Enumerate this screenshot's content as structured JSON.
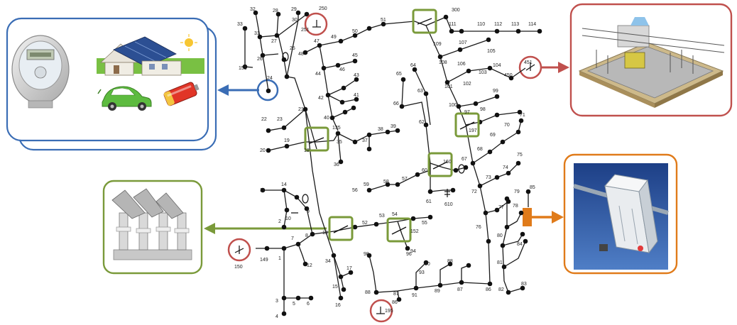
{
  "colors": {
    "blue": "#3a6db5",
    "green": "#7a9a3a",
    "red": "#c0504d",
    "orange": "#e07b1a",
    "line": "#1a1a1a"
  },
  "icons": {
    "meter_panel": "smart-meter-solar-house-ev-battery",
    "substation": "substation-transformer",
    "switchgear": "recloser-switchgear",
    "sensor": "line-sensor-device"
  },
  "node_labels": {
    "n32": "32",
    "n28": "28",
    "n29": "29",
    "n30": "30",
    "n250": "250",
    "n33": "33",
    "n31": "31",
    "n27": "27",
    "n26": "26",
    "n25": "25",
    "n48": "48",
    "n47": "47",
    "n49": "49",
    "n50": "50",
    "n51": "51",
    "n151": "151",
    "n300": "300",
    "n111": "111",
    "n110": "110",
    "n112": "112",
    "n113": "113",
    "n114": "114",
    "n46": "46",
    "n44": "44",
    "n45": "45",
    "n43": "43",
    "n42": "42",
    "n41": "41",
    "n40": "40",
    "n109": "109",
    "n108": "108",
    "n107": "107",
    "n106": "106",
    "n105": "105",
    "n104": "104",
    "n103": "103",
    "n102": "102",
    "n101": "101",
    "n100": "100",
    "n450": "450",
    "n451": "451",
    "n23": "23",
    "n24": "24",
    "n22": "22",
    "n21": "21",
    "n19": "19",
    "n20": "20",
    "n18": "18",
    "n135": "135",
    "n35": "35",
    "n36": "36",
    "n37": "37",
    "n38": "38",
    "n39": "39",
    "n65": "65",
    "n64": "64",
    "n66": "66",
    "n63": "63",
    "n62": "62",
    "n97": "97",
    "n99": "99",
    "n98": "98",
    "n197": "197",
    "n67": "67",
    "n71": "71",
    "n70": "70",
    "n68": "68",
    "n69": "69",
    "n86": "86",
    "n87": "87",
    "n88": "88",
    "n89": "89",
    "n90": "90",
    "n91": "91",
    "n92": "92",
    "n160": "160",
    "n60": "60",
    "n61": "61",
    "n610": "610",
    "n72": "72",
    "n73": "73",
    "n74": "74",
    "n75": "75",
    "n76": "76",
    "n77": "77",
    "n78": "78",
    "n79": "79",
    "n80": "80",
    "n81": "81",
    "n82": "82",
    "n83": "83",
    "n84": "84",
    "n85": "85",
    "n11": "11",
    "n14": "14",
    "n10": "10",
    "n9": "9",
    "n13": "13",
    "n2": "2",
    "n7": "7",
    "n8": "8",
    "n12": "12",
    "n149": "149",
    "n150": "150",
    "n1": "1",
    "n3": "3",
    "n5": "5",
    "n6": "6",
    "n4": "4",
    "n34": "34",
    "n15": "15",
    "n16": "16",
    "n17": "17",
    "n52": "52",
    "n53": "53",
    "n54": "54",
    "n55": "55",
    "n56": "56",
    "n57": "57",
    "n58": "58",
    "n59": "59",
    "n94": "94",
    "n93": "93",
    "n95": "95",
    "n96": "96",
    "n195": "195",
    "n152": "152",
    "n251": "251"
  }
}
